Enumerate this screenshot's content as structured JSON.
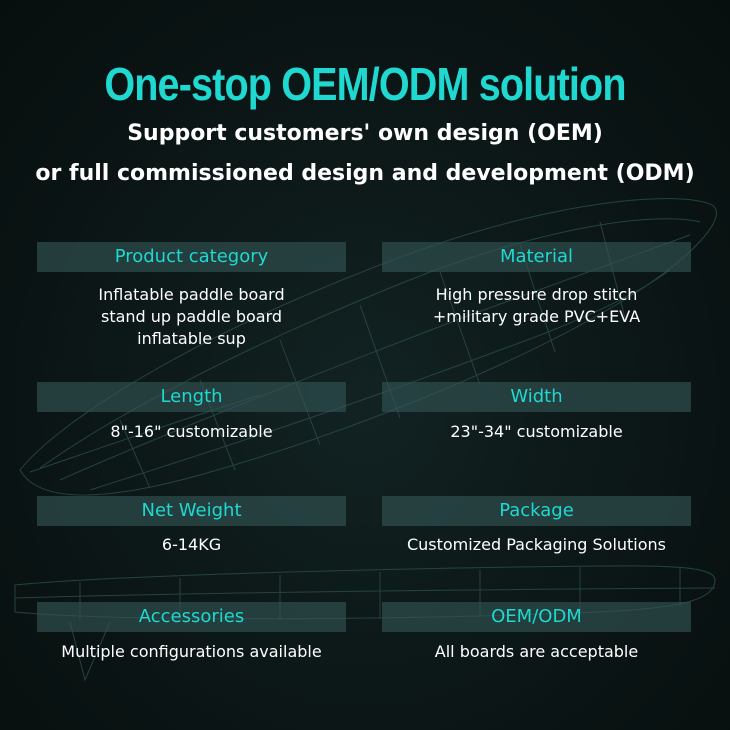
{
  "title": "One-stop OEM/ODM solution",
  "subtitle_line1": "Support customers' own design (OEM)",
  "subtitle_line2": "or full commissioned design and development (ODM)",
  "specs": {
    "product_category": {
      "label": "Product category",
      "lines": [
        "Inflatable paddle board",
        "stand up paddle board",
        "inflatable sup"
      ]
    },
    "material": {
      "label": "Material",
      "lines": [
        "High pressure drop stitch",
        "+military grade PVC+EVA"
      ]
    },
    "length": {
      "label": "Length",
      "value": "8\"-16\" customizable"
    },
    "width": {
      "label": "Width",
      "value": "23\"-34\" customizable"
    },
    "net_weight": {
      "label": "Net Weight",
      "value": "6-14KG"
    },
    "package": {
      "label": "Package",
      "value": "Customized Packaging Solutions"
    },
    "accessories": {
      "label": "Accessories",
      "value": "Multiple configurations available"
    },
    "oem_odm": {
      "label": "OEM/ODM",
      "value": "All boards are acceptable"
    }
  },
  "colors": {
    "accent": "#1fd8d0",
    "background": "#0b1414",
    "label_bg": "#345656",
    "text": "#ffffff"
  }
}
